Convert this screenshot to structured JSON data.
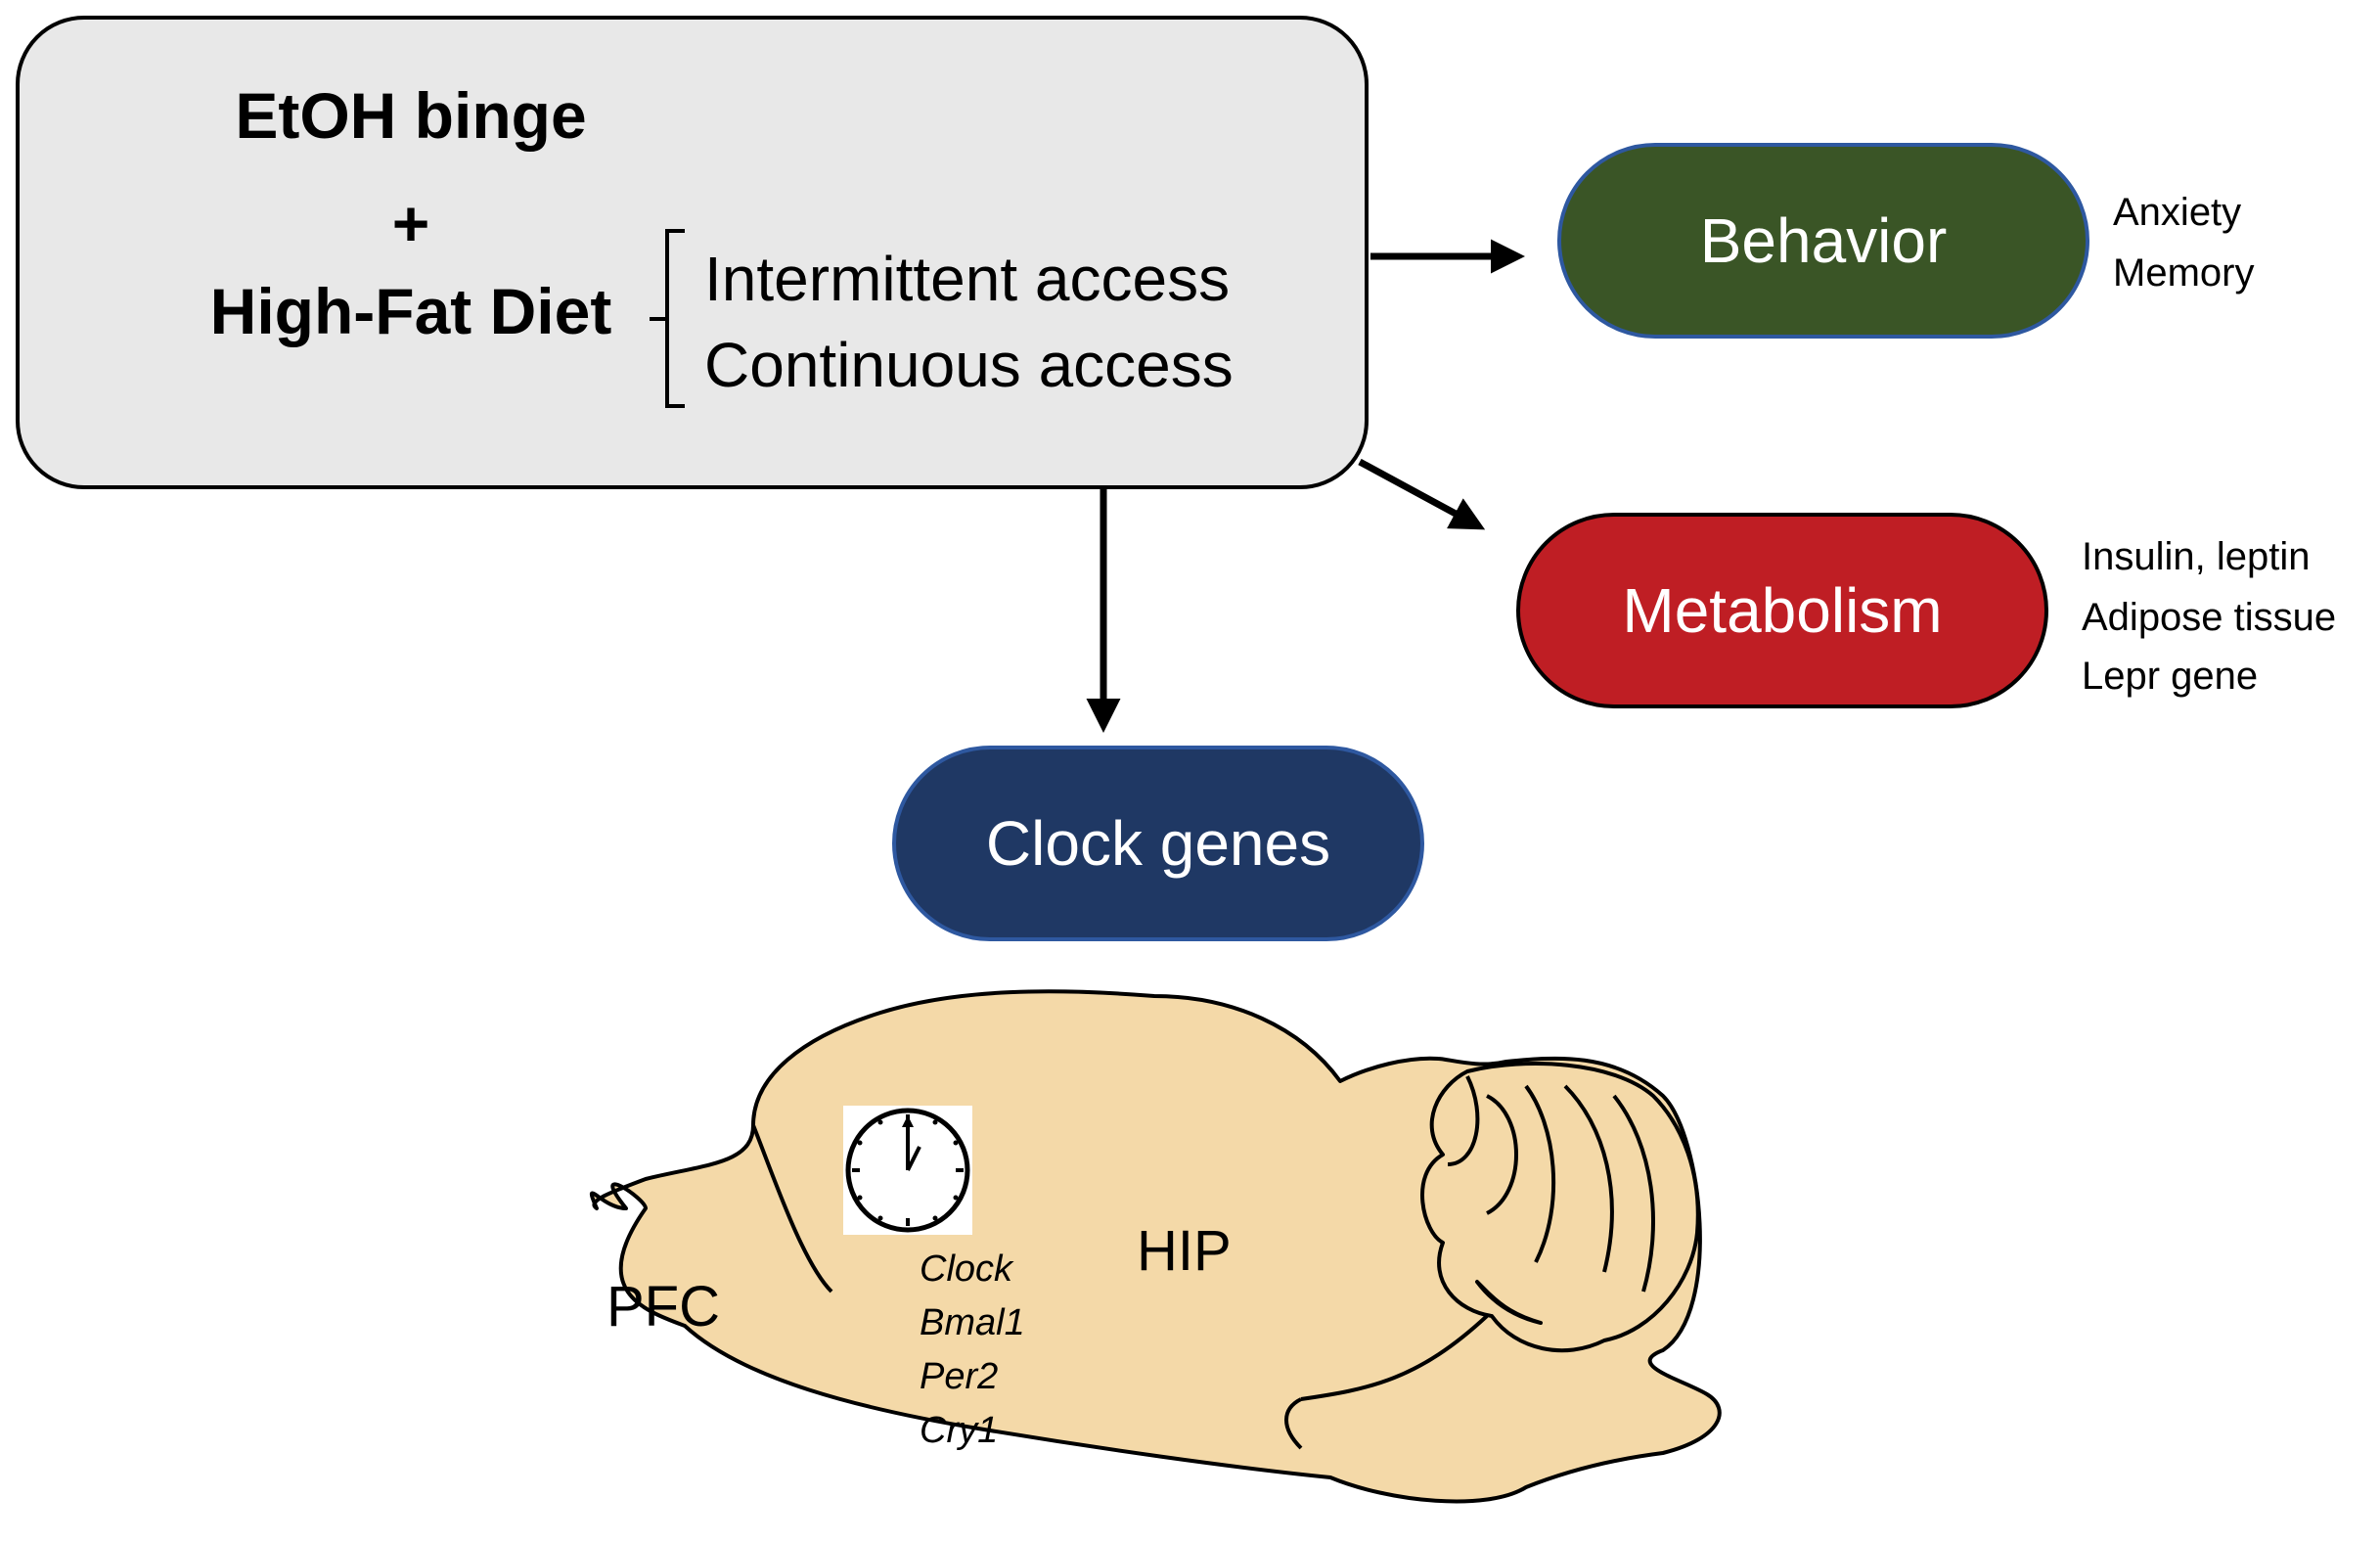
{
  "main_box": {
    "line1": "EtOH binge",
    "plus": "+",
    "line2": "High-Fat Diet",
    "options": [
      "Intermittent access",
      "Continuous access"
    ]
  },
  "outcomes": {
    "behavior": {
      "label": "Behavior",
      "color": "#3a5526",
      "items": [
        "Anxiety",
        "Memory"
      ]
    },
    "metabolism": {
      "label": "Metabolism",
      "color": "#bf1e24",
      "items": [
        "Insulin, leptin",
        "Adipose tissue",
        "Lepr gene"
      ]
    },
    "clock_genes": {
      "label": "Clock genes",
      "color": "#1f3864"
    }
  },
  "brain": {
    "fill": "#f4d9a8",
    "regions": {
      "pfc": "PFC",
      "hip": "HIP"
    },
    "genes": [
      "Clock",
      "Bmal1",
      "Per2",
      "Cry1"
    ]
  }
}
